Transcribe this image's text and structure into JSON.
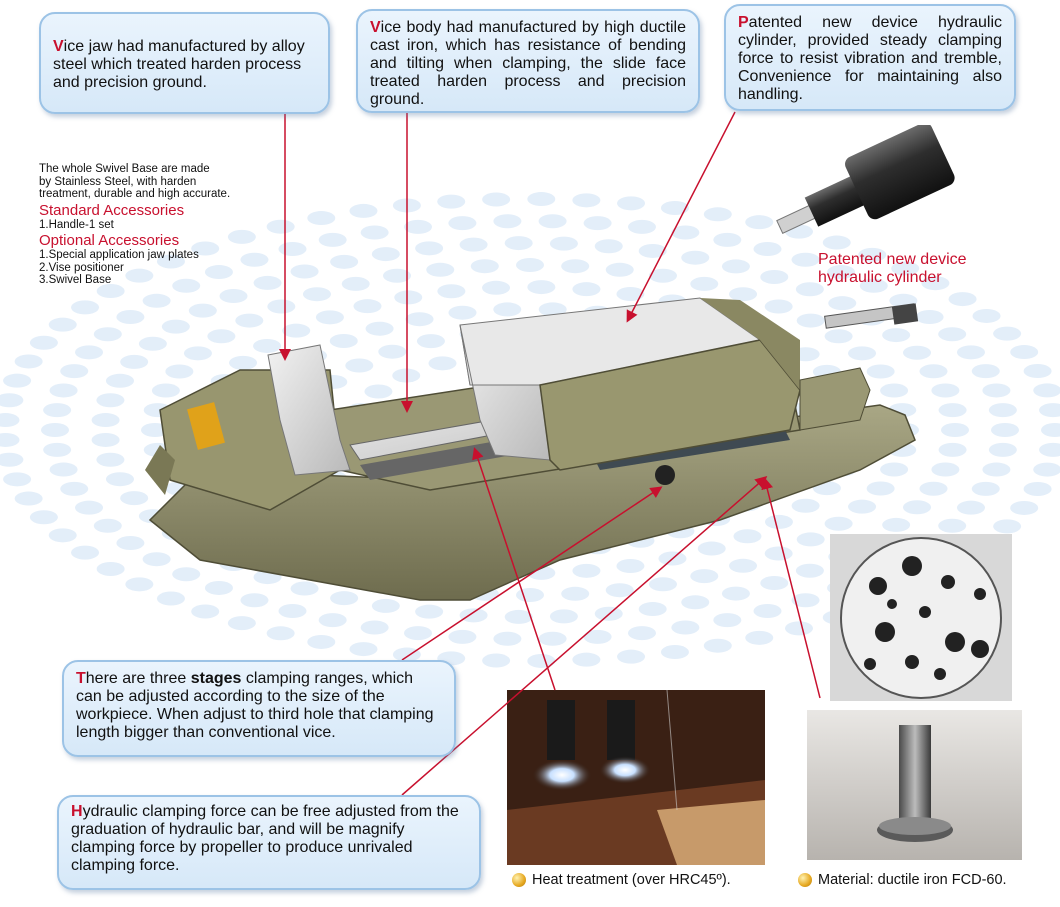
{
  "callouts": {
    "jaw": {
      "first": "V",
      "rest": "ice jaw had manufactured by alloy steel which treated harden process and precision ground."
    },
    "body": {
      "first": "V",
      "rest": "ice body had manufactured by high ductile cast iron, which has resistance of bending and tilting when clamping, the slide face treated harden process and precision ground."
    },
    "cylinder": {
      "first": "P",
      "rest": "atented new device hydraulic cylinder, provided steady clamping force to resist vibration and tremble, Convenience for maintaining also handling."
    },
    "stages": {
      "first": "T",
      "pre": "here are three ",
      "bold": "stages",
      "rest": " clamping ranges, which can be adjusted according to the size of the workpiece.  When adjust to third hole that clamping length bigger than conventional vice."
    },
    "force": {
      "first": "H",
      "rest": "ydraulic clamping force can be free adjusted from the graduation of hydraulic bar, and will be magnify clamping force by propeller to produce unrivaled clamping force."
    }
  },
  "side_info": {
    "intro": [
      "The whole Swivel Base are made",
      "by Stainless Steel, with harden",
      "treatment, durable and high accurate."
    ],
    "standard_title": "Standard Accessories",
    "standard_items": [
      "1.Handle-1 set"
    ],
    "optional_title": "Optional Accessories",
    "optional_items": [
      "1.Special application jaw plates",
      "2.Vise positioner",
      "3.Swivel Base"
    ]
  },
  "cylinder_label": [
    "Patented new device",
    "hydraulic cylinder"
  ],
  "captions": {
    "heat": "Heat treatment (over HRC45º).",
    "material": "Material: ductile iron FCD-60."
  },
  "colors": {
    "accent_red": "#c8102e",
    "callout_bg": "#dcebf9",
    "callout_border": "#9cc3e6",
    "vise_body": "#8f8d6a",
    "dot_pattern": "#e3eef9"
  }
}
